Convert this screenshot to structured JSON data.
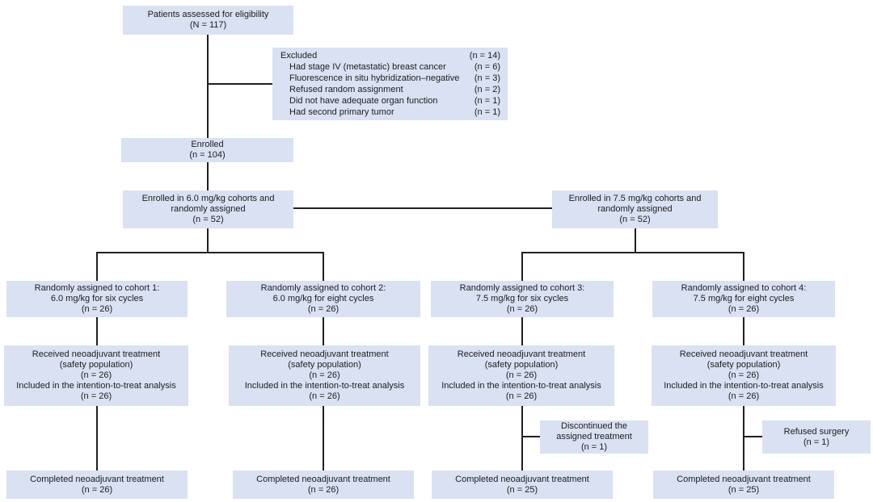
{
  "flow": {
    "colors": {
      "box_fill": "#d9e1f2",
      "line": "#231f20",
      "text": "#1d1d1f"
    },
    "eligibility": {
      "lines": [
        "Patients assessed for eligibility",
        "(N = 117)"
      ]
    },
    "excluded": {
      "rows": [
        {
          "label": "Excluded",
          "count": "(n = 14)"
        },
        {
          "label": "Had stage IV (metastatic) breast cancer",
          "count": "(n = 6)"
        },
        {
          "label": "Fluorescence in situ hybridization–negative",
          "count": "(n = 3)"
        },
        {
          "label": "Refused random assignment",
          "count": "(n = 2)"
        },
        {
          "label": "Did not have adequate organ function",
          "count": "(n = 1)"
        },
        {
          "label": "Had second primary tumor",
          "count": "(n = 1)"
        }
      ]
    },
    "enrolled": {
      "lines": [
        "Enrolled",
        "(n = 104)"
      ]
    },
    "enrolled60": {
      "lines": [
        "Enrolled in 6.0 mg/kg cohorts and",
        "randomly assigned",
        "(n = 52)"
      ]
    },
    "enrolled75": {
      "lines": [
        "Enrolled in 7.5 mg/kg cohorts and",
        "randomly assigned",
        "(n = 52)"
      ]
    },
    "cohorts": [
      {
        "lines": [
          "Randomly assigned to cohort 1:",
          "6.0 mg/kg for six cycles",
          "(n = 26)"
        ]
      },
      {
        "lines": [
          "Randomly assigned to cohort 2:",
          "6.0 mg/kg for eight cycles",
          "(n = 26)"
        ]
      },
      {
        "lines": [
          "Randomly assigned to cohort 3:",
          "7.5 mg/kg for six cycles",
          "(n = 26)"
        ]
      },
      {
        "lines": [
          "Randomly assigned to cohort 4:",
          "7.5 mg/kg for eight cycles",
          "(n = 26)"
        ]
      }
    ],
    "received": [
      {
        "lines": [
          "Received neoadjuvant treatment",
          "(safety population)",
          "(n = 26)",
          "Included in the intention-to-treat analysis",
          "(n = 26)"
        ]
      },
      {
        "lines": [
          "Received neoadjuvant treatment",
          "(safety population)",
          "(n = 26)",
          "Included in the intention-to-treat analysis",
          "(n = 26)"
        ]
      },
      {
        "lines": [
          "Received neoadjuvant treatment",
          "(safety population)",
          "(n = 26)",
          "Included in the intention-to-treat analysis",
          "(n = 26)"
        ]
      },
      {
        "lines": [
          "Received neoadjuvant treatment",
          "(safety population)",
          "(n = 26)",
          "Included in the intention-to-treat analysis",
          "(n = 26)"
        ]
      }
    ],
    "discontinued": {
      "lines": [
        "Discontinued the",
        "assigned treatment",
        "(n = 1)"
      ]
    },
    "refused": {
      "lines": [
        "Refused surgery",
        "(n = 1)"
      ]
    },
    "completed": [
      {
        "lines": [
          "Completed neoadjuvant treatment",
          "(n = 26)"
        ]
      },
      {
        "lines": [
          "Completed neoadjuvant treatment",
          "(n = 26)"
        ]
      },
      {
        "lines": [
          "Completed neoadjuvant treatment",
          "(n = 25)"
        ]
      },
      {
        "lines": [
          "Completed neoadjuvant treatment",
          "(n = 25)"
        ]
      }
    ]
  }
}
